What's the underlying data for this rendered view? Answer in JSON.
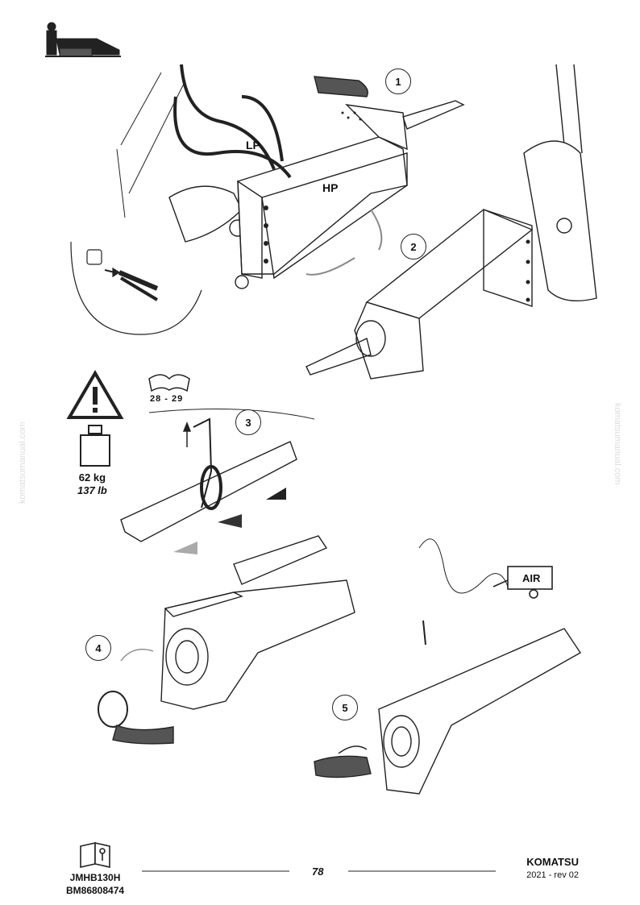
{
  "labels": {
    "lp": "LP",
    "hp": "HP",
    "air": "AIR",
    "ref_pages": "28 - 29"
  },
  "steps": [
    "1",
    "2",
    "3",
    "4",
    "5"
  ],
  "weight": {
    "kg": "62 kg",
    "lb": "137 lb"
  },
  "watermark": "komatsumanual.com",
  "footer": {
    "model": "JMHB130H",
    "code": "BM86808474",
    "page": "78",
    "brand": "KOMATSU",
    "revision": "2021 -  rev 02"
  },
  "icons": [
    "operator-hammer-icon",
    "manual-book-icon",
    "warning-triangle-icon",
    "weight-icon",
    "open-book-icon",
    "air-compressor-icon"
  ],
  "colors": {
    "line": "#222222",
    "glove": "#555555",
    "arrow_grey": "#aaaaaa"
  }
}
